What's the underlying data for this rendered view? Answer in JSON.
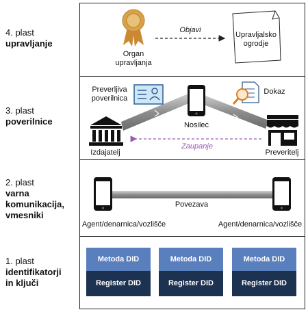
{
  "layers": [
    {
      "num": "4. plast",
      "name": [
        "upravljanje"
      ]
    },
    {
      "num": "3. plast",
      "name": [
        "poverilnice"
      ]
    },
    {
      "num": "2. plast",
      "name": [
        "varna",
        "komunikacija,",
        "vmesniki"
      ]
    },
    {
      "num": "1. plast",
      "name": [
        "identifikatorji",
        "in ključi"
      ]
    }
  ],
  "layer4": {
    "organ": [
      "Organ",
      "upravljanja"
    ],
    "publish": "Objavi",
    "framework": [
      "Upravljalsko",
      "ogrodje"
    ]
  },
  "layer3": {
    "credential": [
      "Preverljiva",
      "poverilnica"
    ],
    "holder": "Nosilec",
    "proof": "Dokaz",
    "issuer": "Izdajatelj",
    "verifier": "Preveritelj",
    "trust": "Zaupanje"
  },
  "layer2": {
    "connection": "Povezava",
    "agent_left": "Agent/denarnica/vozlišče",
    "agent_right": "Agent/denarnica/vozlišče"
  },
  "layer1": {
    "blocks": [
      {
        "top": "Metoda DID",
        "bottom": "Register DID"
      },
      {
        "top": "Metoda DID",
        "bottom": "Register DID"
      },
      {
        "top": "Metoda DID",
        "bottom": "Register DID"
      }
    ]
  },
  "colors": {
    "trust_arrow": "#9b59b6",
    "did_method": "#5a7fbd",
    "did_registry": "#1d3150",
    "seal": "#d9a24a"
  }
}
